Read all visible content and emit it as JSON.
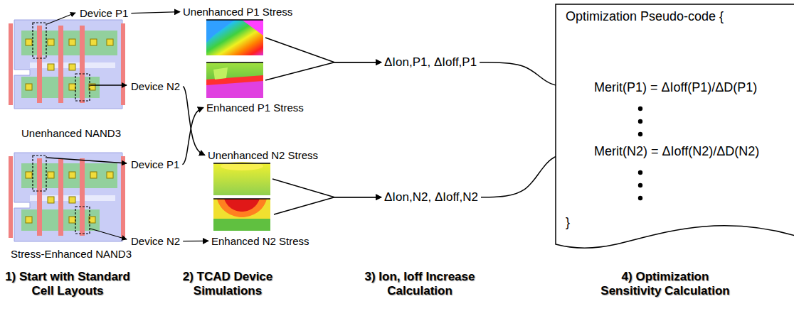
{
  "diagram": {
    "nodes": [
      {
        "text": [
          "Unenhanced NAND3"
        ]
      },
      {
        "text": [
          "Device P1"
        ],
        "in": 0
      },
      {
        "text": [
          "Device N2"
        ],
        "in": 0
      },
      {
        "text": [
          "Stress-Enhanced NAND3"
        ]
      },
      {
        "text": [
          "Device P1"
        ],
        "in": 3
      },
      {
        "text": [
          "Device N2"
        ],
        "in": 3
      },
      {
        "text": [
          "Unenhanced P1 Stress"
        ]
      },
      {
        "text": [
          "Enhanced P1 Stress"
        ]
      },
      {
        "text": [
          "Unenhanced N2 Stress"
        ]
      },
      {
        "text": [
          "Enhanced N2 Stress"
        ]
      },
      {
        "text": [
          "ΔIon,P1, ΔIoff,P1"
        ]
      },
      {
        "text": [
          "ΔIon,N2, ΔIoff,N2"
        ]
      },
      {
        "text": [
          "Optimization Pseudo-code {",
          "Merit(P1) = ΔIoff(P1)/ΔD(P1)",
          "Merit(N2) = ΔIoff(N2)/ΔD(N2)",
          "}"
        ]
      }
    ],
    "edges": [
      {
        "from": 1,
        "to": 6,
        "arrow": "to"
      },
      {
        "from": 2,
        "to": 8,
        "arrow": "to"
      },
      {
        "from": 4,
        "to": 7,
        "arrow": "to"
      },
      {
        "from": 5,
        "to": 9,
        "arrow": "to"
      },
      {
        "from": 6,
        "to": 10,
        "arrow": "to"
      },
      {
        "from": 7,
        "to": 10,
        "arrow": "to"
      },
      {
        "from": 8,
        "to": 11,
        "arrow": "to"
      },
      {
        "from": 9,
        "to": 11,
        "arrow": "to"
      },
      {
        "from": 10,
        "to": 12,
        "arrow": "to"
      },
      {
        "from": 11,
        "to": 12,
        "arrow": "to"
      }
    ],
    "labels": [
      "1) Start with Standard Cell Layouts",
      "2) TCAD Device Simulations",
      "3) Ion, Ioff Increase Calculation",
      "4) Optimization Sensitivity Calculation"
    ]
  }
}
